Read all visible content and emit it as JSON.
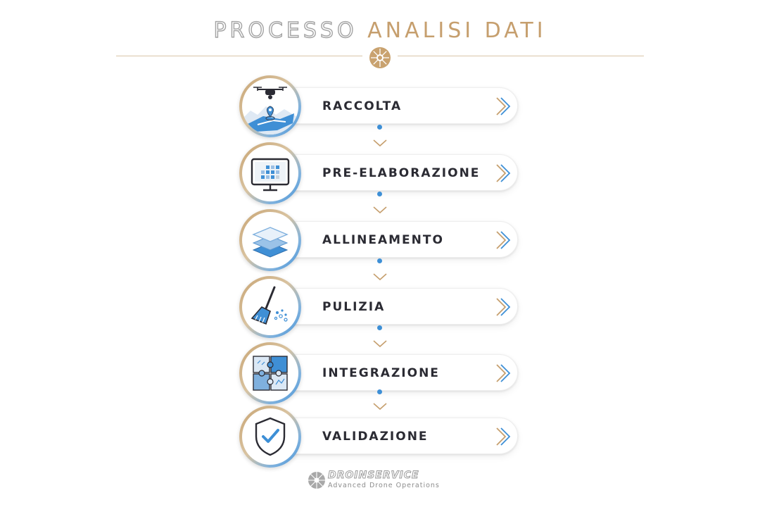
{
  "title": {
    "word1": "PROCESSO",
    "word2": "ANALISI DATI"
  },
  "steps": [
    {
      "label": "RACCOLTA",
      "icon": "drone-map-icon"
    },
    {
      "label": "PRE-ELABORAZIONE",
      "icon": "monitor-data-icon"
    },
    {
      "label": "ALLINEAMENTO",
      "icon": "layers-icon"
    },
    {
      "label": "PULIZIA",
      "icon": "broom-icon"
    },
    {
      "label": "INTEGRAZIONE",
      "icon": "puzzle-icon"
    },
    {
      "label": "VALIDAZIONE",
      "icon": "shield-check-icon"
    }
  ],
  "brand": {
    "name": "DROINSERVICE",
    "tagline": "Advanced Drone Operations"
  },
  "colors": {
    "gold": "#c69f6e",
    "blue": "#3d8fd6",
    "text": "#2b2b33"
  }
}
